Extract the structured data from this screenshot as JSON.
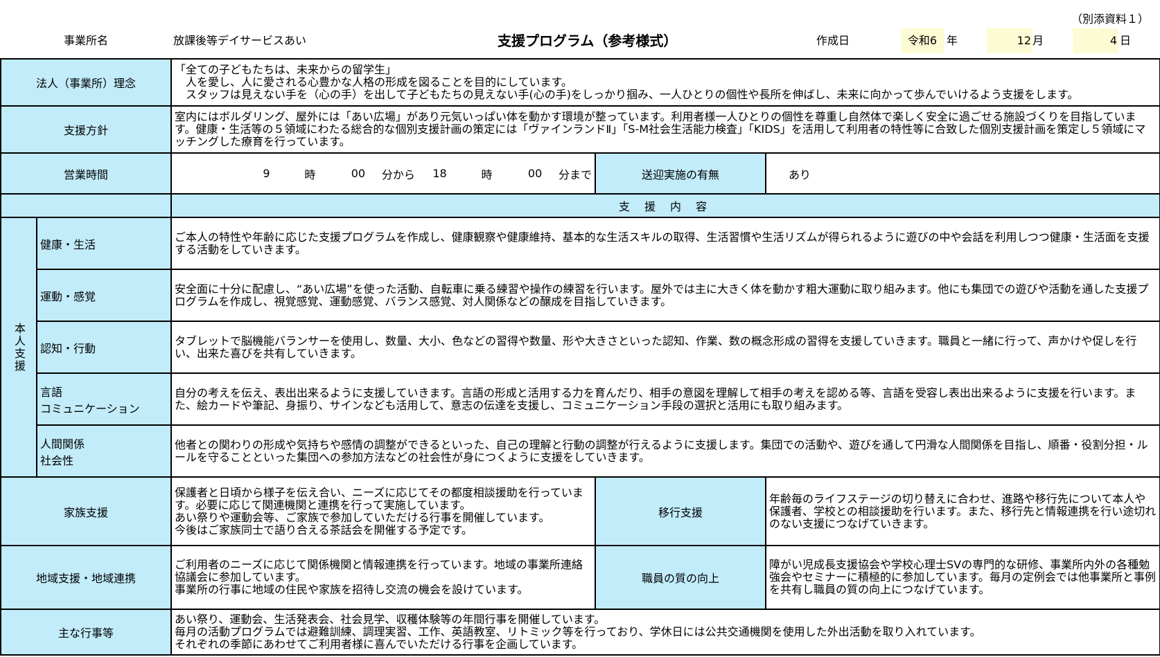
{
  "header": {
    "ref_note": "（別添資料１）",
    "office_label": "事業所名",
    "office_name": "放課後等デイサービスあい",
    "title": "支援プログラム（参考様式）",
    "created_label": "作成日",
    "era": "令和6",
    "year_unit": "年",
    "month": "12",
    "month_unit": "月",
    "day": "4",
    "day_unit": "日"
  },
  "philosophy": {
    "label": "法人（事業所）理念",
    "lines": [
      "「全ての子どもたちは、未来からの留学生」",
      "　人を愛し、人に愛される心豊かな人格の形成を図ることを目的にしています。",
      "　スタッフは見えない手を（心の手）を出して子どもたちの見えない手(心の手)をしっかり掴み、一人ひとりの個性や長所を伸ばし、未来に向かって歩んでいけるよう支援をします。"
    ]
  },
  "policy": {
    "label": "支援方針",
    "text": "室内にはボルダリング、屋外には「あい広場」があり元気いっぱい体を動かす環境が整っています。利用者様一人ひとりの個性を尊重し自然体で楽しく安全に過ごせる施設づくりを目指しています。健康・生活等の５領域にわたる総合的な個別支援計画の策定には「ヴァインランドⅡ」「S-M社会生活能力検査」「KIDS」を活用して利用者の特性等に合致した個別支援計画を策定し５領域にマッチングした療育を行っています。"
  },
  "hours": {
    "label": "営業時間",
    "start_hour": "9",
    "hour_unit": "時",
    "start_min": "00",
    "from_text": "分から",
    "end_hour": "18",
    "end_min": "00",
    "until_text": "分まで",
    "transport_label": "送迎実施の有無",
    "transport_value": "あり"
  },
  "support_section_title": "支 援 内 容",
  "personal_support": {
    "label": "本人支援",
    "domains": [
      {
        "label": "健康・生活",
        "text": "ご本人の特性や年齢に応じた支援プログラムを作成し、健康観察や健康維持、基本的な生活スキルの取得、生活習慣や生活リズムが得られるように遊びの中や会話を利用しつつ健康・生活面を支援する活動をしていきます。"
      },
      {
        "label": "運動・感覚",
        "text": "安全面に十分に配慮し、“あい広場”を使った活動、自転車に乗る練習や操作の練習を行います。屋外では主に大きく体を動かす粗大運動に取り組みます。他にも集団での遊びや活動を通した支援プログラムを作成し、視覚感覚、運動感覚、バランス感覚、対人関係などの醸成を目指していきます。"
      },
      {
        "label": "認知・行動",
        "text": "タブレットで脳機能バランサーを使用し、数量、大小、色などの習得や数量、形や大きさといった認知、作業、数の概念形成の習得を支援していきます。職員と一緒に行って、声かけや促しを行い、出来た喜びを共有していきます。"
      },
      {
        "label_line1": "言語",
        "label_line2": "コミュニケーション",
        "text": "自分の考えを伝え、表出出来るように支援していきます。言語の形成と活用する力を育んだり、相手の意図を理解して相手の考えを認める等、言語を受容し表出出来るように支援を行います。また、絵カードや筆記、身振り、サインなども活用して、意志の伝達を支援し、コミュニケーション手段の選択と活用にも取り組みます。"
      },
      {
        "label_line1": "人間関係",
        "label_line2": "社会性",
        "text": "他者との関わりの形成や気持ちや感情の調整ができるといった、自己の理解と行動の調整が行えるように支援します。集団での活動や、遊びを通して円滑な人間関係を目指し、順番・役割分担・ルールを守ることといった集団への参加方法などの社会性が身につくように支援をしていきます。"
      }
    ]
  },
  "family": {
    "label": "家族支援",
    "lines": [
      "保護者と日頃から様子を伝え合い、ニーズに応じてその都度相談援助を行っています。必要に応じて関連機関と連携を行って実施しています。",
      "あい祭りや運動会等、ご家族で参加していただける行事を開催しています。",
      "今後はご家族同士で語り合える茶話会を開催する予定です。"
    ]
  },
  "transition": {
    "label": "移行支援",
    "text": "年齢毎のライフステージの切り替えに合わせ、進路や移行先について本人や保護者、学校との相談援助を行います。また、移行先と情報連携を行い途切れのない支援につなげていきます。"
  },
  "community": {
    "label": "地域支援・地域連携",
    "lines": [
      "ご利用者のニーズに応じて関係機関と情報連携を行っています。地域の事業所連絡協議会に参加しています。",
      "事業所の行事に地域の住民や家族を招待し交流の機会を設けています。"
    ]
  },
  "staff": {
    "label": "職員の質の向上",
    "text": "障がい児成長支援協会や学校心理士SVの専門的な研修、事業所内外の各種勉強会やセミナーに積極的に参加しています。毎月の定例会では他事業所と事例を共有し職員の質の向上につなげています。"
  },
  "events": {
    "label": "主な行事等",
    "lines": [
      "あい祭り、運動会、生活発表会、社会見学、収穫体験等の年間行事を開催しています。",
      "毎月の活動プログラムでは避難訓練、調理実習、工作、英語教室、リトミック等を行っており、学休日には公共交通機関を使用した外出活動を取り入れています。",
      "それぞれの季節にあわせてご利用者様に喜んでいただける行事を企画しています。"
    ]
  }
}
